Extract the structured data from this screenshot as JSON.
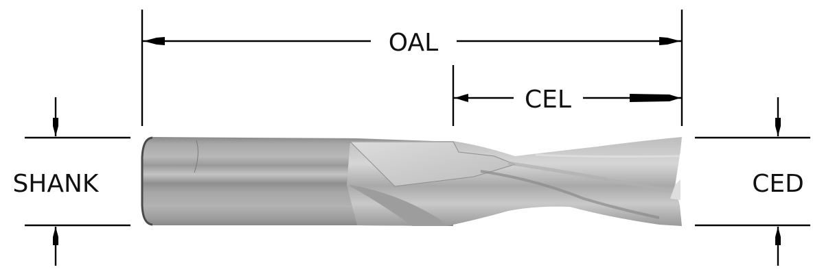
{
  "diagram": {
    "type": "router-bit-dimension-drawing",
    "labels": {
      "overall_length": "OAL",
      "cutting_edge_length": "CEL",
      "shank_diameter": "SHANK",
      "cutting_edge_diameter": "CED"
    },
    "colors": {
      "line": "#000000",
      "text": "#111111",
      "shank_light": "#b4b4b4",
      "shank_mid": "#999999",
      "shank_dark": "#7c7c7c",
      "flute_light": "#d2d2d2",
      "flute_dark": "#8e8e8e",
      "background": "#ffffff"
    }
  }
}
